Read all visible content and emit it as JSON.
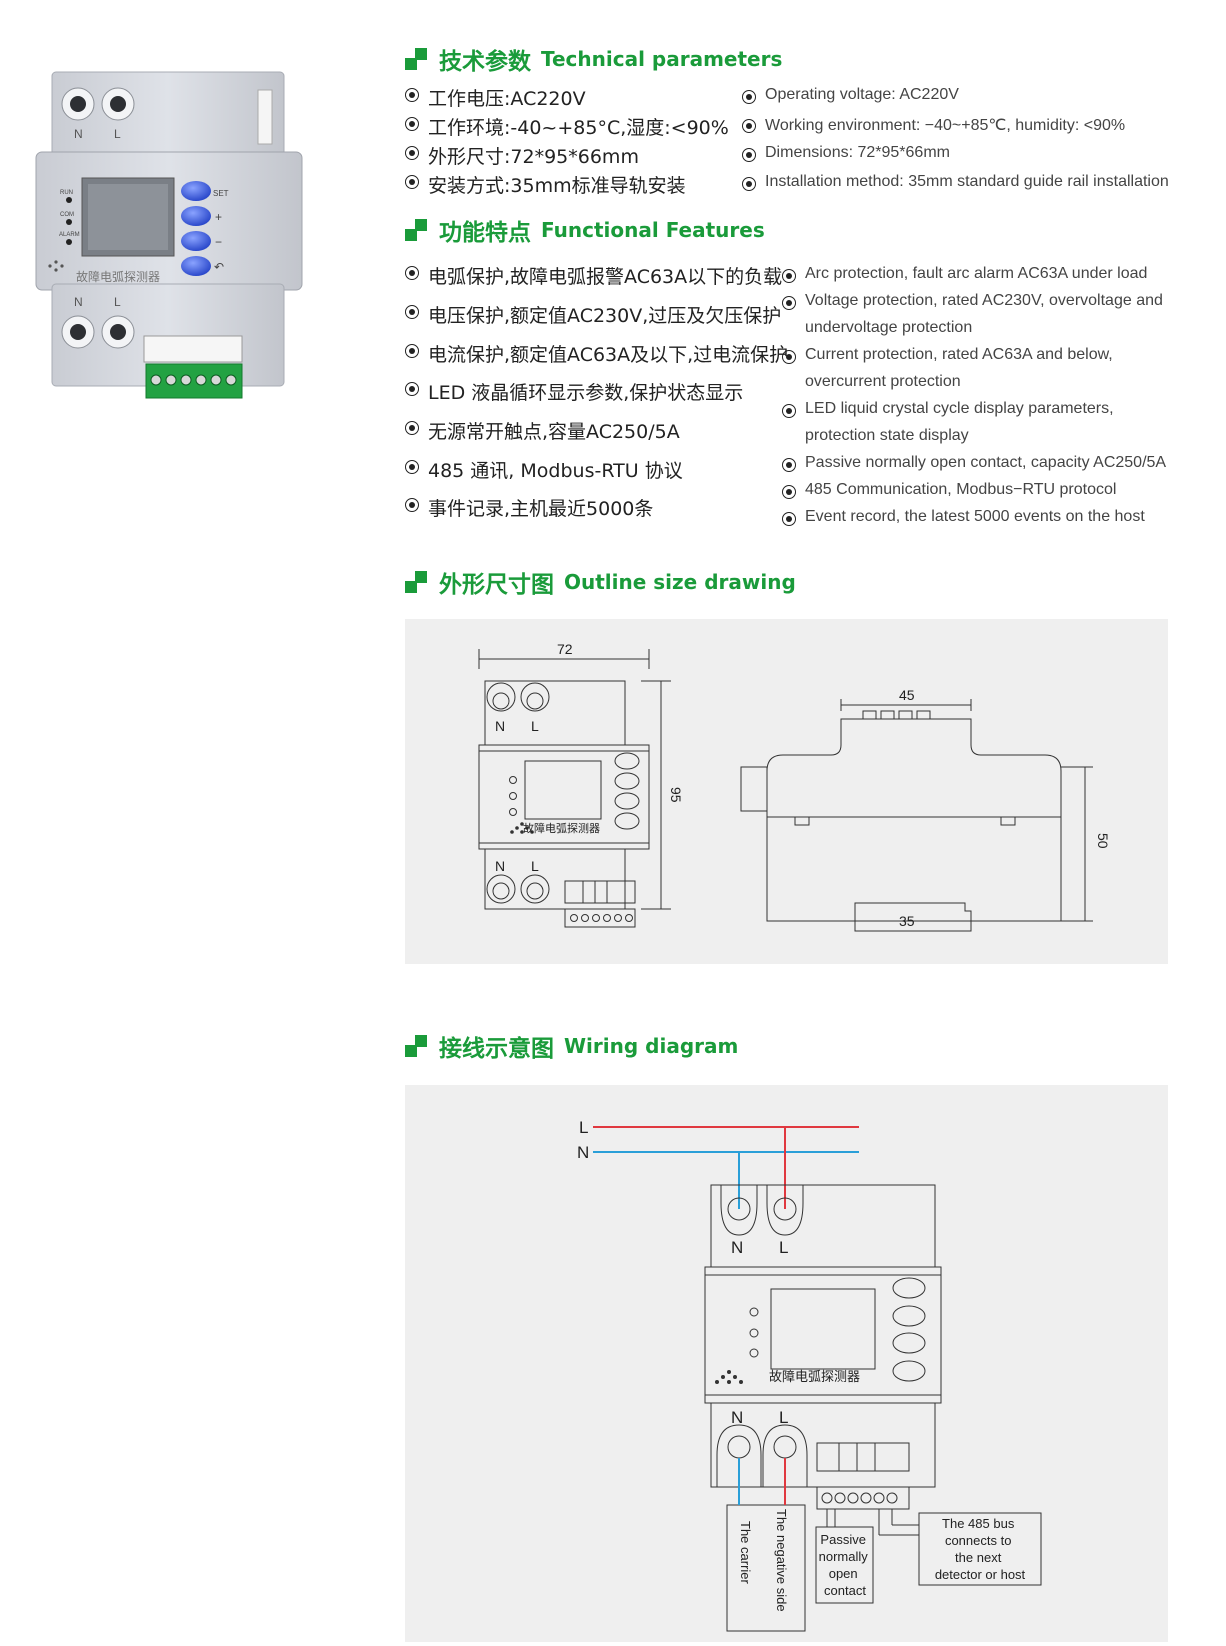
{
  "device": {
    "term_top_n": "N",
    "term_top_l": "L",
    "led_run": "RUN",
    "led_com": "COM",
    "led_alarm": "ALARM",
    "btn_set": "SET",
    "btn_plus": "+",
    "btn_minus": "−",
    "btn_back": "↶",
    "name": "故障电弧探测器",
    "term_bottom_n": "N",
    "term_bottom_l": "L"
  },
  "tech": {
    "title_zh": "技术参数",
    "title_en": "Technical parameters",
    "items_zh": [
      "工作电压:AC220V",
      "工作环境:-40~+85°C,湿度:<90%",
      "外形尺寸:72*95*66mm",
      "安装方式:35mm标准导轨安装"
    ],
    "items_en": [
      "Operating voltage: AC220V",
      "Working environment: −40~+85℃, humidity: <90%",
      "Dimensions: 72*95*66mm",
      "Installation method: 35mm standard guide rail installation"
    ]
  },
  "features": {
    "title_zh": "功能特点",
    "title_en": "Functional Features",
    "items_zh": [
      "电弧保护,故障电弧报警AC63A以下的负载",
      "电压保护,额定值AC230V,过压及欠压保护",
      "电流保护,额定值AC63A及以下,过电流保护",
      "LED 液晶循环显示参数,保护状态显示",
      "无源常开触点,容量AC250/5A",
      "485 通讯, Modbus-RTU 协议",
      "事件记录,主机最近5000条"
    ],
    "items_en": [
      [
        "Arc protection, fault arc alarm AC63A under load"
      ],
      [
        "Voltage protection, rated AC230V, overvoltage and",
        "undervoltage protection"
      ],
      [
        "Current protection, rated AC63A and below,",
        "overcurrent protection"
      ],
      [
        "LED liquid crystal cycle display parameters,",
        "protection state display"
      ],
      [
        "Passive normally open contact, capacity AC250/5A"
      ],
      [
        "485 Communication, Modbus−RTU protocol"
      ],
      [
        "Event record, the latest 5000 events on the host"
      ]
    ]
  },
  "outline": {
    "title_zh": "外形尺寸图",
    "title_en": "Outline size drawing",
    "dim_width": "72",
    "dim_height": "95",
    "dim_top": "45",
    "dim_depth": "50",
    "dim_rail": "35",
    "term_n": "N",
    "term_l": "L",
    "device_name": "故障电弧探测器"
  },
  "wiring": {
    "title_zh": "接线示意图",
    "title_en": "Wiring diagram",
    "line_l": "L",
    "line_n": "N",
    "term_n": "N",
    "term_l": "L",
    "device_name": "故障电弧探测器",
    "label_carrier": "The carrier",
    "label_negative": "The negative side",
    "label_passive": [
      "Passive",
      "normally",
      "open",
      "contact"
    ],
    "label_485": [
      "The 485 bus",
      "connects to",
      "the next",
      "detector or host"
    ],
    "colors": {
      "live": "#e0383f",
      "neutral": "#2a9fd8"
    }
  }
}
